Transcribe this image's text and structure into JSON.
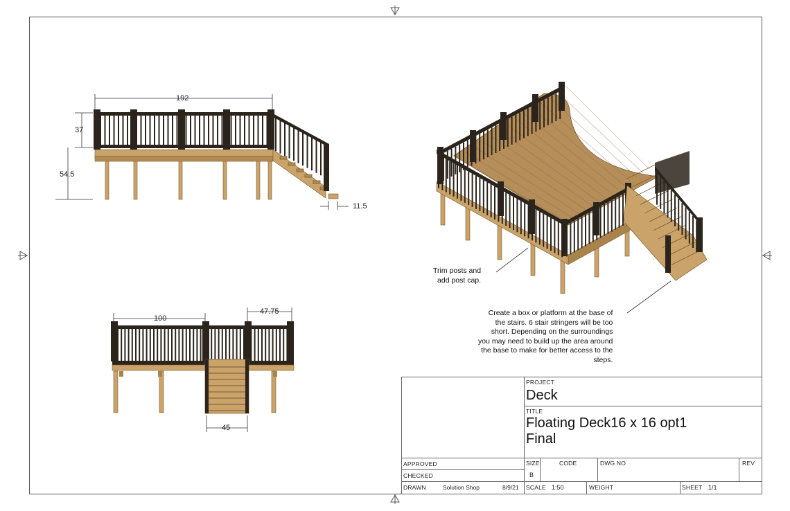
{
  "dimensions": {
    "top_width": "192",
    "top_rail_height": "37",
    "top_deck_height": "54.5",
    "top_step_depth": "11.5",
    "front_left_width": "100",
    "front_right_width": "47.75",
    "front_stair_width": "45"
  },
  "notes": {
    "trim_posts": [
      "Trim posts and",
      "add post cap."
    ],
    "box_platform": [
      "Create a box or platform at the base of",
      "the stairs.  6 stair stringers will be too",
      "short.  Depending on the surroundings",
      "you may need to build up the area around",
      "the base to make  for better access to the",
      "steps."
    ]
  },
  "title_block": {
    "project_label": "PROJECT",
    "project": "Deck",
    "title_label": "TITLE",
    "title_line1": "Floating Deck16 x 16 opt1",
    "title_line2": "Final",
    "approved_label": "APPROVED",
    "checked_label": "CHECKED",
    "drawn_label": "DRAWN",
    "drawn_by": "Solution Shop",
    "drawn_date": "8/9/21",
    "size_label": "SIZE",
    "size": "B",
    "code_label": "CODE",
    "dwg_label": "DWG NO",
    "rev_label": "REV",
    "scale_label": "SCALE",
    "scale": "1:50",
    "weight_label": "WEIGHT",
    "sheet_label": "SHEET",
    "sheet": "1/1"
  },
  "colors": {
    "wood": "#c9a36a",
    "wood_dark": "#a9834c",
    "rail": "#2b241c",
    "deck_floor": "#b68e5a"
  }
}
